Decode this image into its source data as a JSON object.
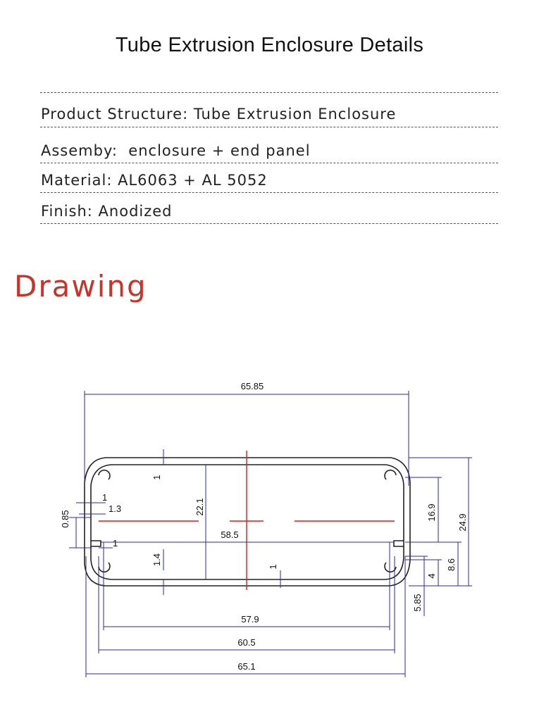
{
  "title": "Tube Extrusion Enclosure Details",
  "specs": [
    {
      "label": "Product Structure",
      "value": "Tube Extrusion Enclosure"
    },
    {
      "label": "Assemby",
      "value": "enclosure + end panel"
    },
    {
      "label": "Material",
      "value": "AL6063 + AL 5052"
    },
    {
      "label": "Finish",
      "value": "Anodized"
    }
  ],
  "drawing_heading": "Drawing",
  "dimensions": {
    "overall_width_top": "65.85",
    "overall_width_bottom": "65.1",
    "width_60_5": "60.5",
    "width_57_9": "57.9",
    "width_58_5": "58.5",
    "height_24_9": "24.9",
    "height_22_1": "22.1",
    "height_16_9": "16.9",
    "height_8_6": "8.6",
    "height_5_85": "5.85",
    "height_4": "4",
    "wall_1_4": "1.4",
    "wall_1_top": "1",
    "wall_1_bottom": "1",
    "slot_1": "1",
    "slot_1_3": "1.3",
    "slot_1_mid": "1",
    "slot_0_85": "0.85"
  },
  "colors": {
    "heading": "#c8342a",
    "dimension_lines": "#2a2a9c",
    "centerline": "#d81e1e",
    "profile": "#222222"
  }
}
